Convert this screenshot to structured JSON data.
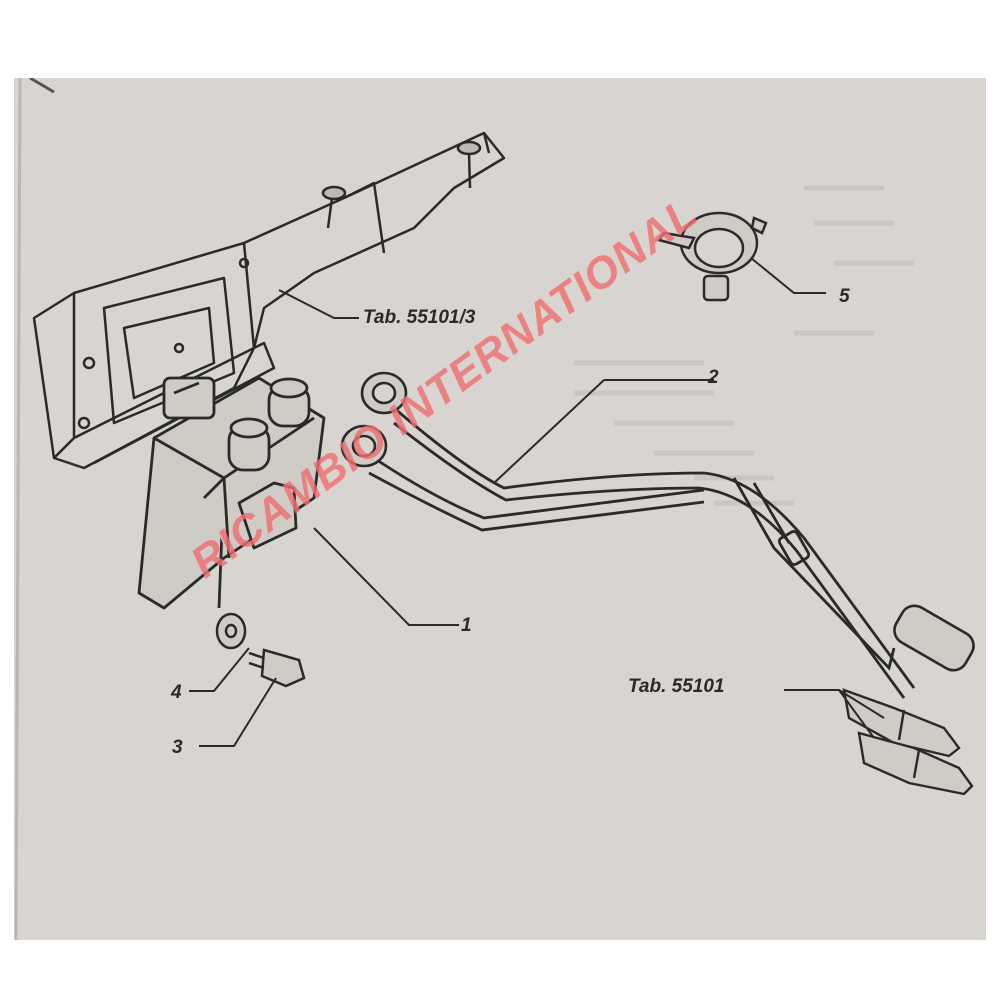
{
  "diagram": {
    "callouts": {
      "c1": "1",
      "c2": "2",
      "c3": "3",
      "c4": "4",
      "c5": "5"
    },
    "references": {
      "bracket_ref": "Tab. 55101/3",
      "plugs_ref": "Tab. 55101"
    },
    "watermark": "RICAMBIO INTERNATIONAL",
    "colors": {
      "paper": "#d8d5d0",
      "ink": "#2a2a2a",
      "watermark": "#ee6f73"
    }
  }
}
